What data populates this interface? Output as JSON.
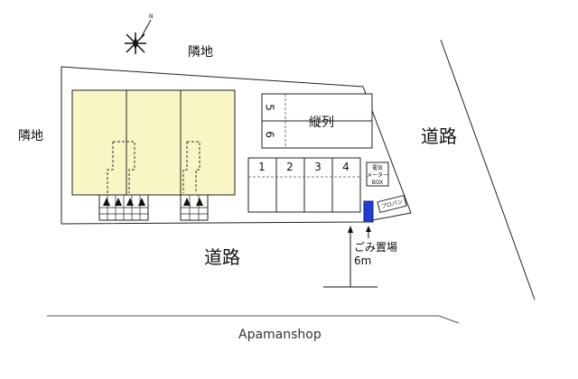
{
  "labels": {
    "neighbor_top": "隣地",
    "neighbor_left": "隣地",
    "road_right": "道路",
    "road_bottom": "道路",
    "parking_vertical": "縦列",
    "garbage": "ごみ置場",
    "garbage_distance": "6m",
    "propane": "プロパン",
    "meter_box": [
      "電気",
      "メーター",
      "BOX"
    ],
    "watermark": "Apamanshop"
  },
  "parking_spaces": {
    "horizontal": [
      "1",
      "2",
      "3",
      "4"
    ],
    "vertical": [
      "5",
      "6"
    ]
  },
  "colors": {
    "building_fill": "#f7f6c4",
    "garbage_box": "#1f3fd1",
    "outline": "#222222"
  },
  "icons": {
    "compass": "compass-rose-icon"
  }
}
